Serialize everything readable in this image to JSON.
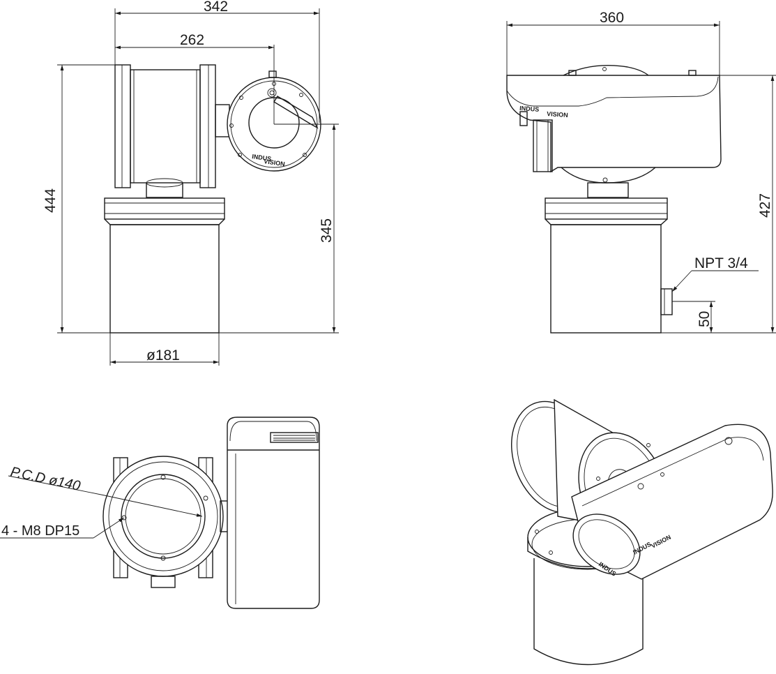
{
  "drawing": {
    "brand_line1": "INDUS",
    "brand_line2": "VISION",
    "front_view": {
      "overall_width": "342",
      "lens_offset": "262",
      "overall_height": "444",
      "tilt_axis_height": "345",
      "base_diameter": "ø181"
    },
    "side_view": {
      "housing_length": "360",
      "overall_height": "427",
      "conduit_entry": "NPT 3/4",
      "conduit_height": "50"
    },
    "top_view": {
      "pcd": "P.C.D  ø140",
      "bolt_holes": "4 - M8 DP15"
    }
  }
}
